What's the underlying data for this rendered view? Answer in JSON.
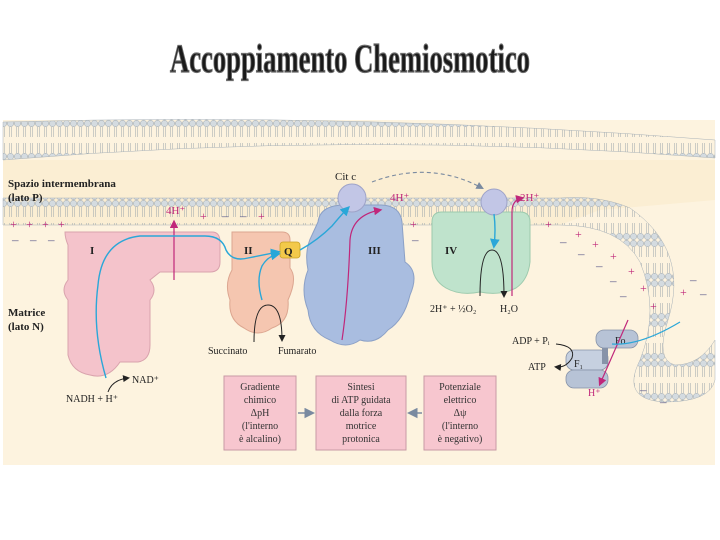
{
  "title": "Accoppiamento Chemiosmotico",
  "labels": {
    "intermembrane_space_line1": "Spazio intermembrana",
    "intermembrane_space_line2": "(lato P)",
    "matrix_line1": "Matrice",
    "matrix_line2": "(lato N)",
    "complex_1": "I",
    "complex_2": "II",
    "complex_3": "III",
    "complex_4": "IV",
    "quinone": "Q",
    "cytochrome_c": "Cit c",
    "protons_4h_left": "4H⁺",
    "protons_4h_mid": "4H⁺",
    "protons_2h": "2H⁺",
    "nad": "NAD⁺",
    "nadh": "NADH + H⁺",
    "succinate": "Succinato",
    "fumarate": "Fumarato",
    "water_reaction_left": "2H⁺ + ½O₂",
    "water_reaction_right": "H₂O",
    "adp": "ADP + Pᵢ",
    "atp": "ATP",
    "fo": "Fo",
    "f1": "F₁",
    "h_plus_bottom": "H⁺"
  },
  "boxes": {
    "left": [
      "Gradiente",
      "chimico",
      "ΔpH",
      "(l'interno",
      "è alcalino)"
    ],
    "middle": [
      "Sintesi",
      "di ATP guidata",
      "dalla forza",
      "motrice",
      "protonica"
    ],
    "right": [
      "Potenziale",
      "elettrico",
      "Δψ",
      "(l'interno",
      "è negativo)"
    ]
  },
  "colors": {
    "intermembrane": "#fbeed3",
    "matrix": "#fdf3df",
    "membrane_head": "#cfd6dc",
    "complex_1": "#f4c3cb",
    "complex_2": "#f5c6b0",
    "complex_3": "#a9bde0",
    "complex_4": "#bfe3cc",
    "cyt_c": "#c2c6e6",
    "quinone": "#f3c94a",
    "electron_arrow": "#2aa7d8",
    "proton_arrow": "#c0277a",
    "info_box": "#f7c6cf",
    "plus_sign": "#c0277a",
    "minus_sign": "#5a5a8a"
  }
}
